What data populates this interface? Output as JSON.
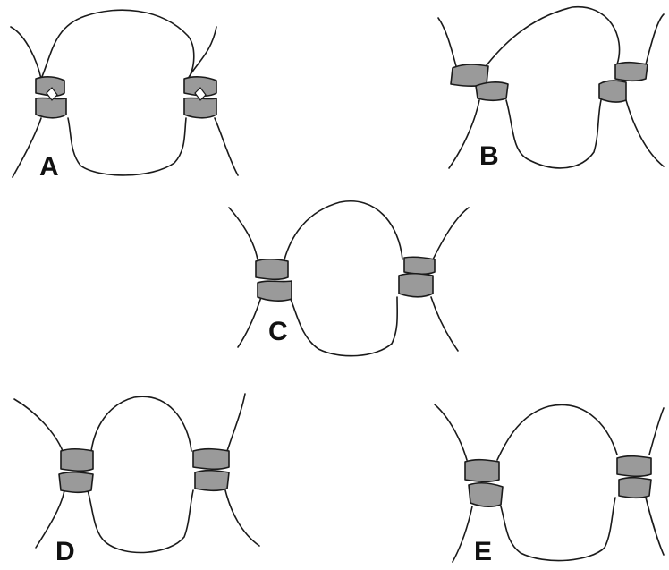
{
  "panels": [
    {
      "id": "A",
      "label": "A"
    },
    {
      "id": "B",
      "label": "B"
    },
    {
      "id": "C",
      "label": "C"
    },
    {
      "id": "D",
      "label": "D"
    },
    {
      "id": "E",
      "label": "E"
    }
  ],
  "colors": {
    "outline": "#1a1a1a",
    "stipple_fill": "#9a9a9a",
    "background": "#ffffff"
  }
}
